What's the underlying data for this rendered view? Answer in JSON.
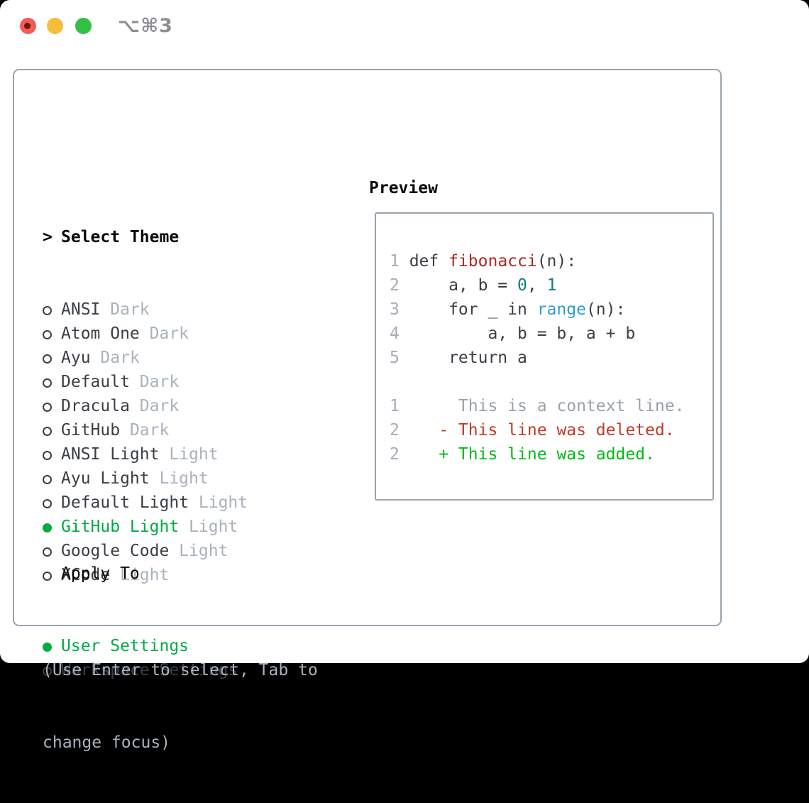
{
  "window": {
    "title": "⌥⌘3",
    "traffic_lights": [
      "close",
      "minimize",
      "zoom"
    ]
  },
  "theme_panel": {
    "header": {
      "marker": ">",
      "label": "Select Theme"
    },
    "themes": [
      {
        "name": "ANSI",
        "tag": "Dark",
        "selected": false
      },
      {
        "name": "Atom One",
        "tag": "Dark",
        "selected": false
      },
      {
        "name": "Ayu",
        "tag": "Dark",
        "selected": false
      },
      {
        "name": "Default",
        "tag": "Dark",
        "selected": false
      },
      {
        "name": "Dracula",
        "tag": "Dark",
        "selected": false
      },
      {
        "name": "GitHub",
        "tag": "Dark",
        "selected": false
      },
      {
        "name": "ANSI Light",
        "tag": "Light",
        "selected": false
      },
      {
        "name": "Ayu Light",
        "tag": "Light",
        "selected": false
      },
      {
        "name": "Default Light",
        "tag": "Light",
        "selected": false
      },
      {
        "name": "GitHub Light",
        "tag": "Light",
        "selected": true
      },
      {
        "name": "Google Code",
        "tag": "Light",
        "selected": false
      },
      {
        "name": "XCode",
        "tag": "Light",
        "selected": false
      }
    ],
    "apply_to": {
      "label": "Apply To",
      "options": [
        {
          "name": "User Settings",
          "selected": true
        },
        {
          "name": "Workspace Settings",
          "selected": false
        }
      ]
    },
    "hint_lines": [
      "(Use Enter to select, Tab to",
      "change focus)"
    ]
  },
  "preview": {
    "title": "Preview",
    "code_lines": [
      {
        "num": "1",
        "tokens": [
          {
            "t": "def ",
            "c": "code"
          },
          {
            "t": "fibonacci",
            "c": "func"
          },
          {
            "t": "(n):",
            "c": "code"
          }
        ]
      },
      {
        "num": "2",
        "tokens": [
          {
            "t": "    a, b = ",
            "c": "code"
          },
          {
            "t": "0",
            "c": "num"
          },
          {
            "t": ", ",
            "c": "code"
          },
          {
            "t": "1",
            "c": "num"
          }
        ]
      },
      {
        "num": "3",
        "tokens": [
          {
            "t": "    for _ in ",
            "c": "code"
          },
          {
            "t": "range",
            "c": "builtin"
          },
          {
            "t": "(n):",
            "c": "code"
          }
        ]
      },
      {
        "num": "4",
        "tokens": [
          {
            "t": "        a, b = b, a + b",
            "c": "code"
          }
        ]
      },
      {
        "num": "5",
        "tokens": [
          {
            "t": "    return a",
            "c": "code"
          }
        ]
      }
    ],
    "diff_lines": [
      {
        "num": "1",
        "tokens": [
          {
            "t": "     This is a context line.",
            "c": "context"
          }
        ]
      },
      {
        "num": "2",
        "tokens": [
          {
            "t": "   - This line was deleted.",
            "c": "deleted"
          }
        ]
      },
      {
        "num": "2",
        "tokens": [
          {
            "t": "   + This line was added.",
            "c": "added"
          }
        ]
      }
    ]
  },
  "colors": {
    "black": "#0a0a0b",
    "ink": "#3a3f46",
    "muted": "#a9b2bc",
    "border": "#99a3ae",
    "green": "#00ab44",
    "func-red": "#b0281e",
    "num-teal": "#0f7d7f",
    "builtin-blue": "#2e9bd5",
    "ctx": "#99a2ac",
    "del": "#c43a28",
    "add": "#00ba17",
    "lnum": "#a4adb8",
    "title-gray": "#8e8e93",
    "tl-red": "#f25c54",
    "tl-yellow": "#f6bd3b",
    "tl-green": "#31c146",
    "tl-red-dot": "#73110a"
  }
}
